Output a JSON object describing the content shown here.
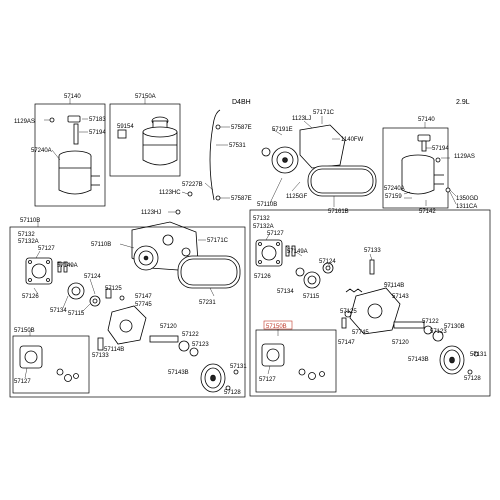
{
  "headers": {
    "engine_left": "D4BH",
    "engine_right": "2.9L"
  },
  "labels": {
    "l57140a": "57140",
    "l1129as_a": "1129AS",
    "l57183": "57183",
    "l57194a": "57194",
    "l57240a": "57240A",
    "l57150a": "57150A",
    "l59154": "59154",
    "l57587e_a": "57587E",
    "l57531": "57531",
    "l57227b": "57227B",
    "l1123hc": "1123HC",
    "l57587e_b": "57587E",
    "l1123hj": "1123HJ",
    "l57110b_a": "57110B",
    "l57171c_a": "57171C",
    "l57231": "57231",
    "l1123lj": "1123LJ",
    "l57171c_b": "57171C",
    "l57191e": "57191E",
    "l1140fw": "1140FW",
    "l1125gf": "1125GF",
    "l57110b_b": "57110B",
    "l57161b": "57161B",
    "l57140b": "57140",
    "l57194b": "57194",
    "l1129as_b": "1129AS",
    "l57240a_b": "57240A",
    "l57159": "57159",
    "l57142": "57142",
    "l1350gd": "1350GD",
    "l1311ca": "1311CA",
    "l57110b_c": "57110B",
    "l57132_a": "57132",
    "l57132a_a": "57132A",
    "l57127_a": "57127",
    "l57149a_a": "57149A",
    "l57124_a": "57124",
    "l57126_a": "57126",
    "l57134_a": "57134",
    "l57115_a": "57115",
    "l57125_a": "57125",
    "l57147_a": "57147",
    "l57745_a": "57745",
    "l57133_a": "57133",
    "l57114b_a": "57114B",
    "l57120_a": "57120",
    "l57122_a": "57122",
    "l57123_a": "57123",
    "l57143b_a": "57143B",
    "l57131_a": "57131",
    "l57128_a": "57128",
    "l57150b_a": "57150B",
    "l57127_b": "57127",
    "l57132_b": "57132",
    "l57132a_b": "57132A",
    "l57127_c": "57127",
    "l57149a_b": "57149A",
    "l57124_b": "57124",
    "l57126_b": "57126",
    "l57134_b": "57134",
    "l57115_b": "57115",
    "l57133_b": "57133",
    "l57114b_b": "57114B",
    "l57143": "57143",
    "l57125_b": "57125",
    "l57745_b": "57745",
    "l57147_b": "57147",
    "l57122_b": "57122",
    "l57130b": "57130B",
    "l57123_b": "57123",
    "l57120_b": "57120",
    "l57143b_b": "57143B",
    "l57131_b": "57131",
    "l57128_b": "57128",
    "l57150b_b": "57150B",
    "l57127_d": "57127"
  },
  "highlight_color": "#c0392b"
}
